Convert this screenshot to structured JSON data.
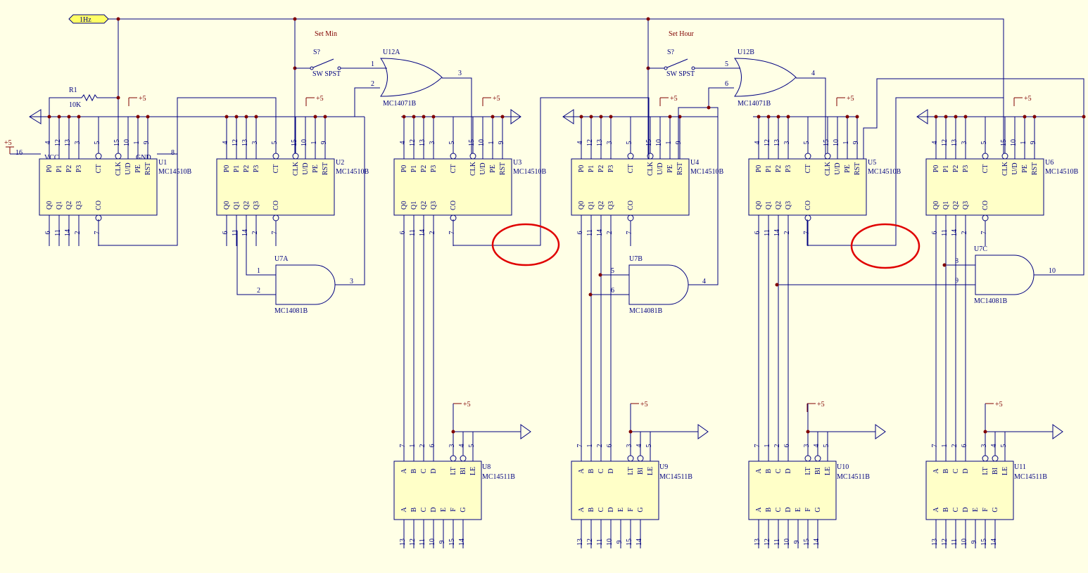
{
  "clock_port": "1Hz",
  "labels": {
    "set_min": "Set Min",
    "set_hour": "Set Hour",
    "r1_ref": "R1",
    "r1_val": "10K",
    "vcc": "VCC",
    "gnd": "GND",
    "vcc_pin": "16",
    "vcc_pin_gnd": "8"
  },
  "power_label": "+5",
  "switch": {
    "ref": "S?",
    "type": "SW SPST"
  },
  "counter_part": "MC14510B",
  "decoder_part": "MC14511B",
  "counters": [
    {
      "ref": "U1"
    },
    {
      "ref": "U2"
    },
    {
      "ref": "U3"
    },
    {
      "ref": "U4"
    },
    {
      "ref": "U5"
    },
    {
      "ref": "U6"
    }
  ],
  "decoders": [
    {
      "ref": "U8"
    },
    {
      "ref": "U9"
    },
    {
      "ref": "U10"
    },
    {
      "ref": "U11"
    }
  ],
  "counter_top_pins": {
    "numbers": [
      "4",
      "12",
      "13",
      "3",
      "5",
      "15",
      "10",
      "1",
      "9"
    ],
    "names": [
      "P0",
      "P1",
      "P2",
      "P3",
      "CT",
      "CLK",
      "U/D",
      "PE",
      "RST"
    ]
  },
  "counter_bottom_pins": {
    "numbers": [
      "6",
      "11",
      "14",
      "2",
      "7"
    ],
    "names": [
      "Q0",
      "Q1",
      "Q2",
      "Q3",
      "CO"
    ]
  },
  "decoder_top_pins": {
    "numbers": [
      "7",
      "1",
      "2",
      "6",
      "3",
      "4",
      "5"
    ],
    "names": [
      "A",
      "B",
      "C",
      "D",
      "LT",
      "BI",
      "LE"
    ]
  },
  "decoder_bottom_pins": {
    "numbers": [
      "13",
      "12",
      "11",
      "10",
      "9",
      "15",
      "14"
    ],
    "names": [
      "A",
      "B",
      "C",
      "D",
      "E",
      "F",
      "G"
    ]
  },
  "or_gates": [
    {
      "ref": "U12A",
      "part": "MC14071B",
      "in1": "1",
      "in2": "2",
      "out": "3"
    },
    {
      "ref": "U12B",
      "part": "MC14071B",
      "in1": "5",
      "in2": "6",
      "out": "4"
    }
  ],
  "and_gates": [
    {
      "ref": "U7A",
      "part": "MC14081B",
      "in1": "1",
      "in2": "2",
      "out": "3"
    },
    {
      "ref": "U7B",
      "part": "MC14081B",
      "in1": "5",
      "in2": "6",
      "out": "4"
    },
    {
      "ref": "U7C",
      "part": "MC14081B",
      "in1": "8",
      "in2": "9",
      "out": "10"
    }
  ]
}
